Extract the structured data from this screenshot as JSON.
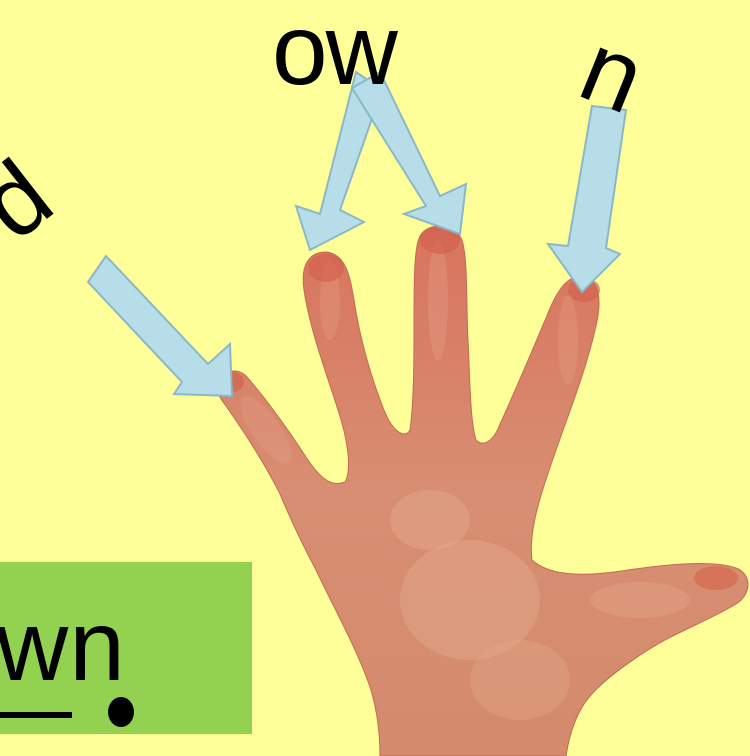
{
  "labels": {
    "ow": "ow",
    "n": "n",
    "d": "d"
  },
  "word": {
    "text": "wn"
  },
  "colors": {
    "background": "#ffff99",
    "word_box": "#93d250",
    "arrow_fill": "#b7dde8",
    "arrow_stroke": "#8bb7c7",
    "skin": "#d98a6a"
  },
  "icons": {
    "hand": "hand-icon",
    "arrow": "arrow-icon"
  }
}
